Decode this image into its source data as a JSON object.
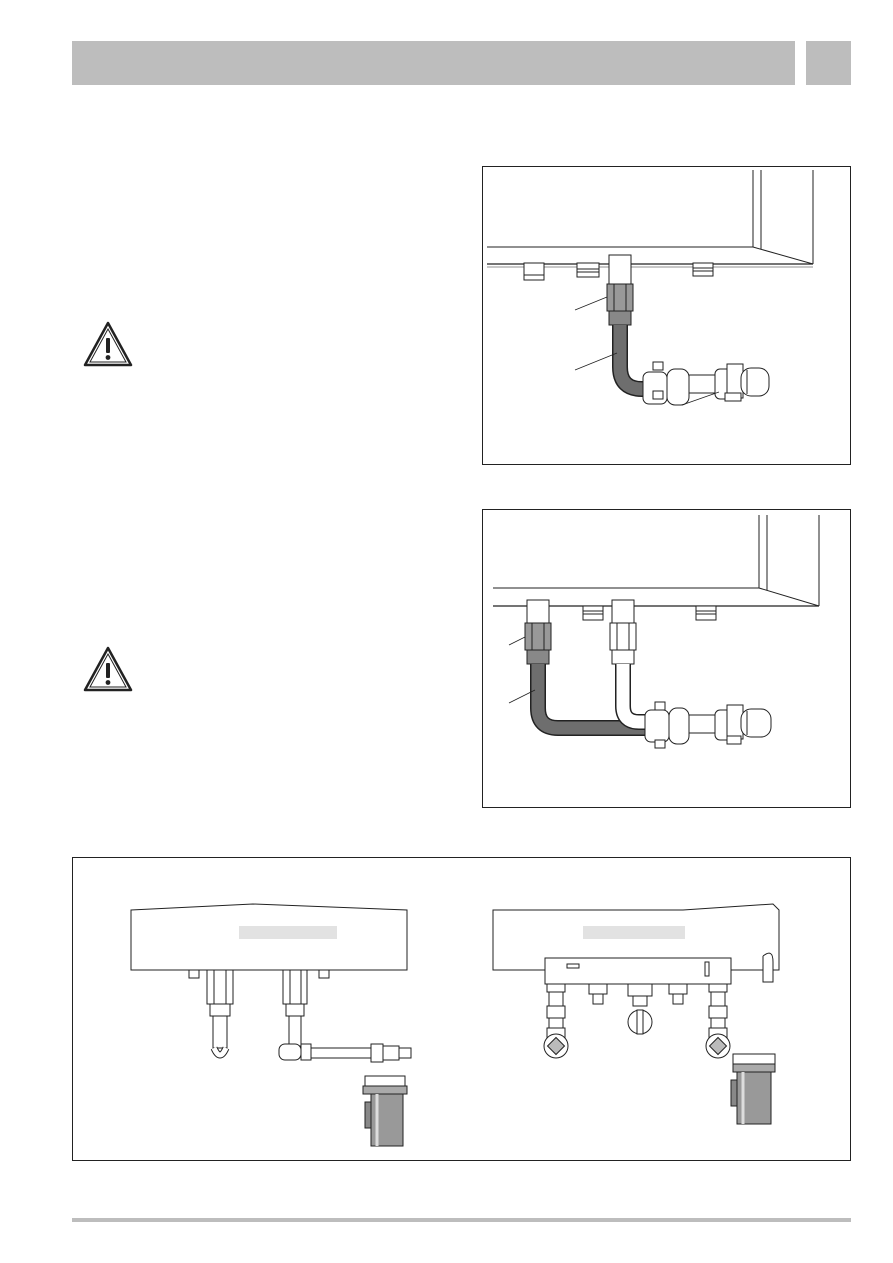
{
  "header": {
    "tab_text": ""
  },
  "warnings": [
    {
      "icon": "warning-triangle-icon"
    },
    {
      "icon": "warning-triangle-icon"
    }
  ],
  "figures": [
    {
      "id": "fig-1",
      "subject": "single-pipe-connection"
    },
    {
      "id": "fig-2",
      "subject": "two-pipe-connection"
    },
    {
      "id": "fig-3",
      "subject": "connection-comparison"
    }
  ],
  "colors": {
    "header_gray": "#bdbdbd",
    "pipe_dark": "#6e6e6e",
    "line": "#222222"
  }
}
